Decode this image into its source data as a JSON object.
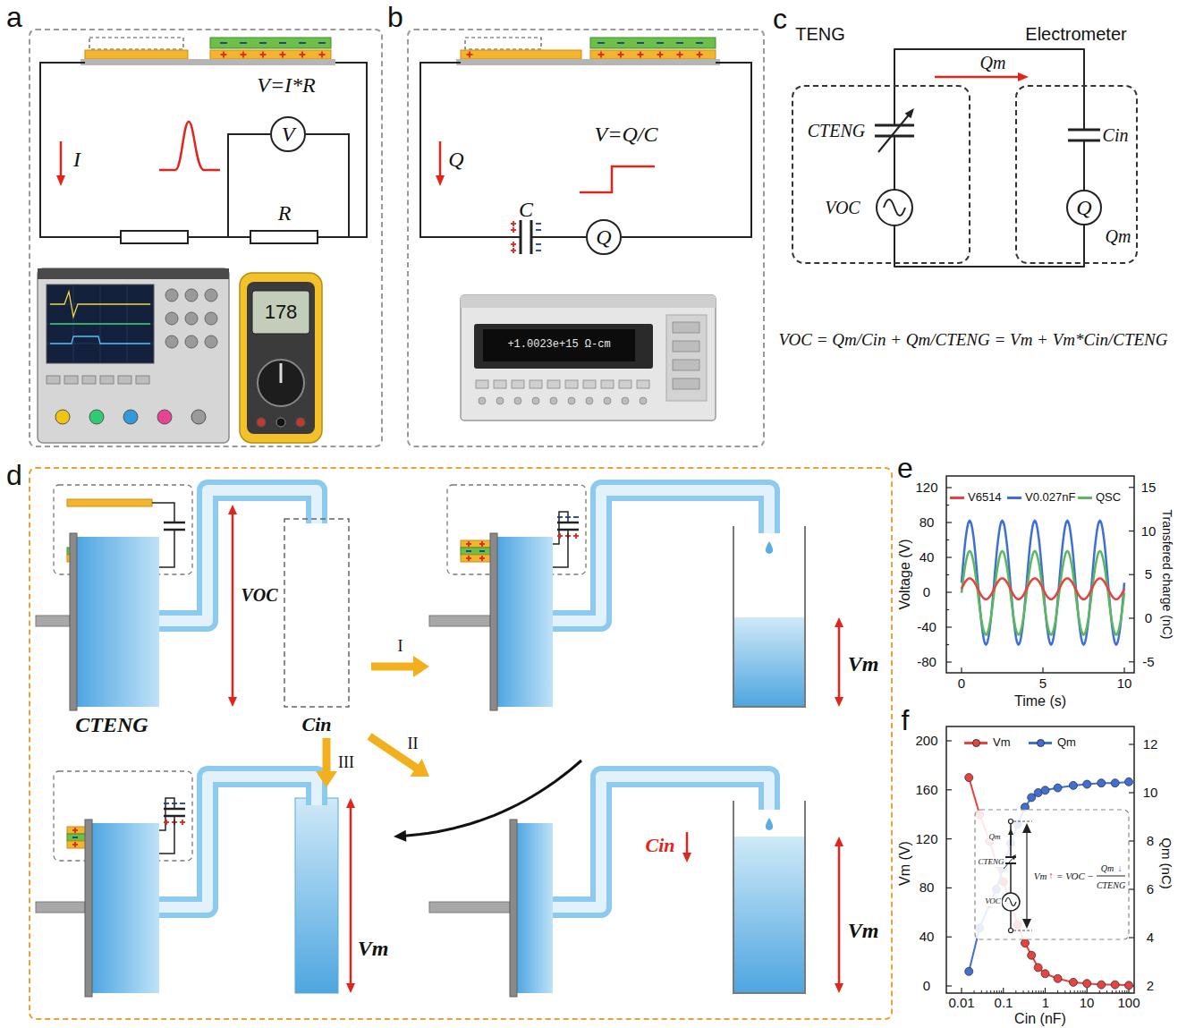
{
  "diagram": {
    "nodes": [
      {
        "text": [
          "a"
        ]
      },
      {
        "text": [
          "V"
        ],
        "in": 0
      },
      {
        "text": [
          "b"
        ]
      },
      {
        "text": [
          "Q"
        ],
        "in": 2
      },
      {
        "text": [
          "TENG"
        ]
      },
      {
        "text": [
          "Electrometer"
        ]
      },
      {
        "text": [
          "Q"
        ],
        "in": 5
      },
      {
        "text": [
          "d"
        ]
      },
      {
        "text": [
          "VOC",
          "CTENG",
          "Cin"
        ],
        "in": 7
      },
      {
        "text": [
          "Vm"
        ],
        "in": 7
      },
      {
        "text": [
          "Vm"
        ],
        "in": 7
      },
      {
        "text": [
          "Cin",
          "Vm"
        ],
        "in": 7
      }
    ],
    "edges": [
      {
        "from": 4,
        "to": 5,
        "arrow": "to",
        "label": "Qm"
      },
      {
        "from": 4,
        "to": 5,
        "arrow": "none"
      },
      {
        "from": 8,
        "to": 9,
        "arrow": "to",
        "label": "I"
      },
      {
        "from": 8,
        "to": 11,
        "arrow": "to",
        "label": "II"
      },
      {
        "from": 8,
        "to": 10,
        "arrow": "to",
        "label": "III"
      },
      {
        "from": 11,
        "to": 10,
        "arrow": "to"
      }
    ],
    "labels": [
      "V=I*R",
      "I",
      "R",
      "178",
      "V=Q/C",
      "Q",
      "C",
      "+1.0023e+15 Ω-cm",
      "c",
      "CTENG",
      "VOC",
      "Cin",
      "Qm",
      "VOC = Qm/Cin + Qm/CTENG = Vm + Vm*Cin/CTENG",
      "e",
      "120",
      "80",
      "40",
      "0",
      "-40",
      "-80",
      "15",
      "10",
      "5",
      "0",
      "-5",
      "0",
      "5",
      "10",
      "Voltage (V)",
      "Transfered charge (nC)",
      "Time (s)",
      "f",
      "200",
      "160",
      "120",
      "80",
      "40",
      "0",
      "12",
      "10",
      "8",
      "6",
      "4",
      "2",
      "0.01",
      "0.1",
      "1",
      "10",
      "100",
      "Vm (V)",
      "Qm (nC)",
      "Cin (nF)",
      "Qm",
      "CTENG",
      "VOC",
      "Vm",
      "↑",
      "= VOC −",
      "Qm",
      "↓",
      "CTENG"
    ],
    "legend": [
      {
        "text": "V6514",
        "color": "#e8433f"
      },
      {
        "text": "V0.027nF",
        "color": "#3f6fd6"
      },
      {
        "text": "QSC",
        "color": "#5bb85b"
      },
      {
        "text": "Vm",
        "color": "#e8433f"
      },
      {
        "text": "Qm",
        "color": "#3f6fd6"
      }
    ]
  }
}
